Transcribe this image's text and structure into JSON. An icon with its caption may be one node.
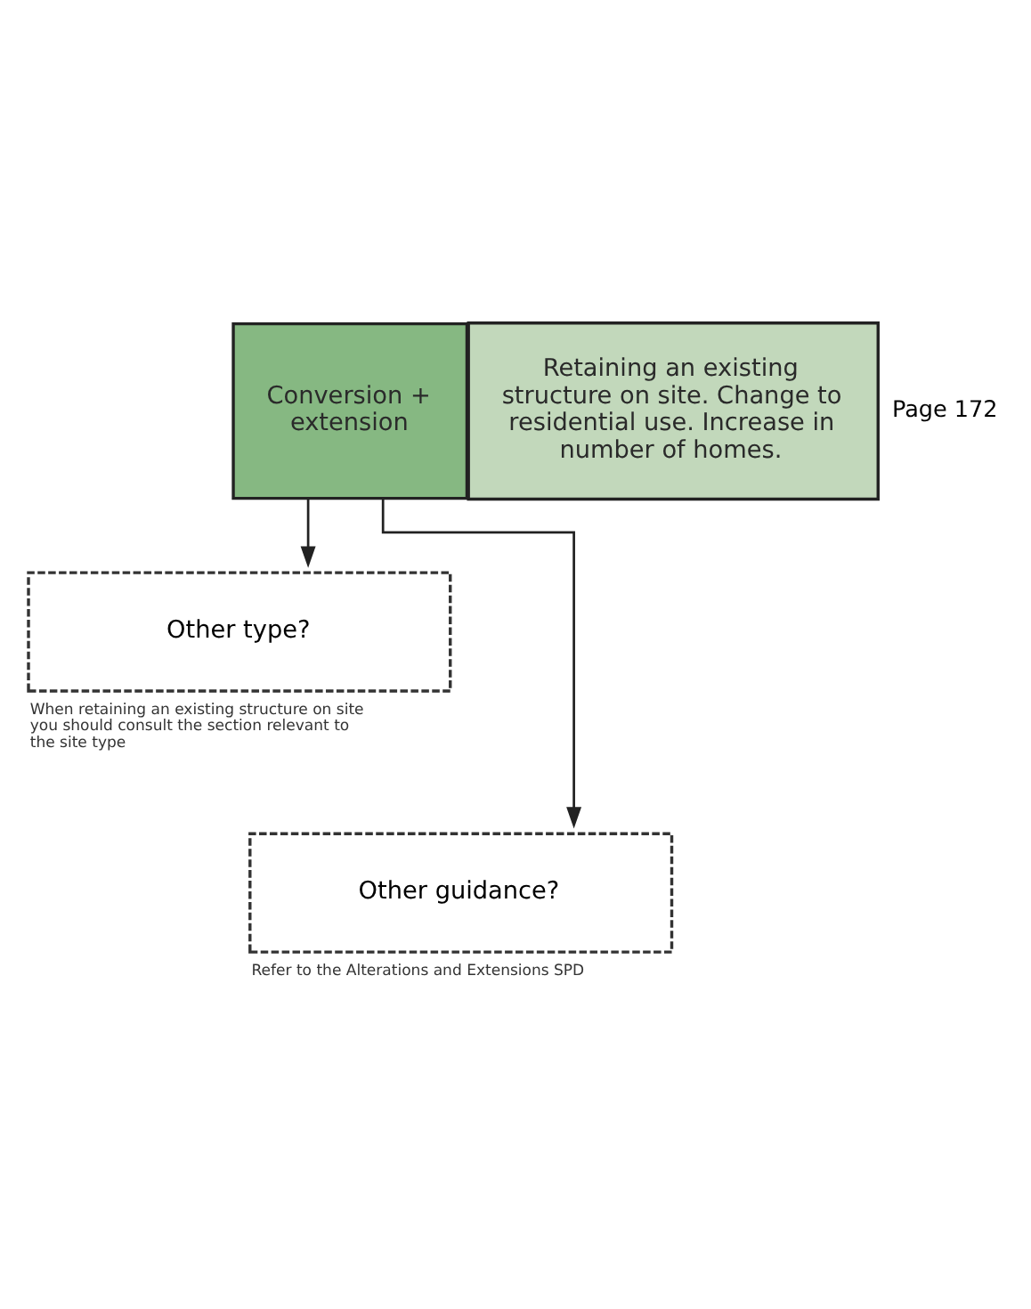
{
  "diagram": {
    "nodes": [
      {
        "text": [
          "Conversion + extension"
        ]
      },
      {
        "text": [
          "Retaining an existing structure on site. Change to residential use. Increase in number of homes."
        ]
      },
      {
        "text": [
          "Other type?"
        ],
        "beside": [
          "When retaining an existing structure on site you should consult the section relevant to the site type"
        ]
      },
      {
        "text": [
          "Other guidance?"
        ],
        "beside": [
          "Refer to the Alterations and Extensions SPD"
        ]
      }
    ],
    "edges": [
      {
        "from": 0,
        "to": 2,
        "arrow": "to"
      },
      {
        "from": 0,
        "to": 3,
        "arrow": "to"
      }
    ],
    "labels": [
      "Page 172"
    ]
  }
}
